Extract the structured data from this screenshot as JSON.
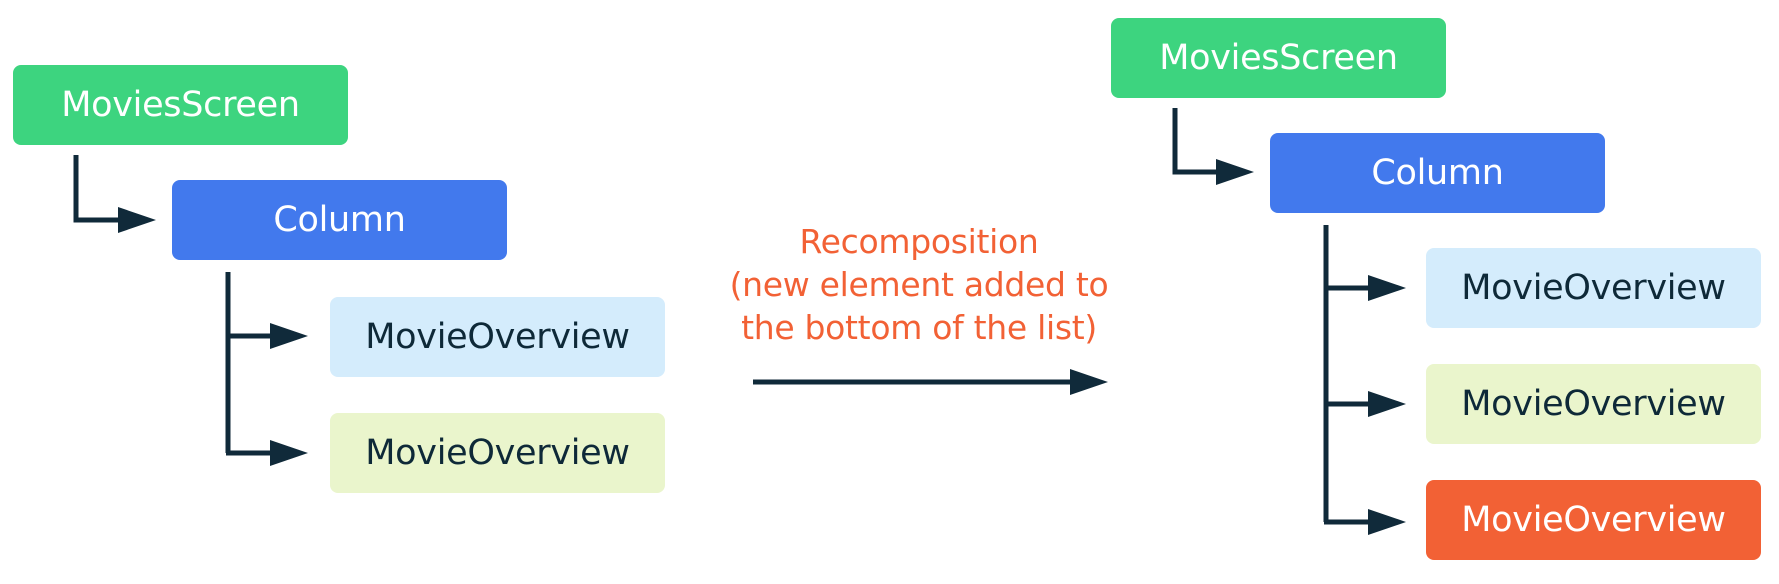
{
  "colors": {
    "screen": "#3dd47f",
    "column": "#4279ed",
    "overview_blue": "#d4ecfc",
    "overview_green": "#eaf5cc",
    "overview_new": "#f26135",
    "connector": "#102a3a",
    "caption": "#f26135",
    "text_light": "#ffffff",
    "text_dark": "#0e2938"
  },
  "before": {
    "screen": {
      "label": "MoviesScreen"
    },
    "column": {
      "label": "Column"
    },
    "children": [
      {
        "label": "MovieOverview",
        "fill": "overview_blue"
      },
      {
        "label": "MovieOverview",
        "fill": "overview_green"
      }
    ]
  },
  "transition": {
    "caption_lines": [
      "Recomposition",
      "(new element added to",
      "the bottom of the list)"
    ]
  },
  "after": {
    "screen": {
      "label": "MoviesScreen"
    },
    "column": {
      "label": "Column"
    },
    "children": [
      {
        "label": "MovieOverview",
        "fill": "overview_blue"
      },
      {
        "label": "MovieOverview",
        "fill": "overview_green"
      },
      {
        "label": "MovieOverview",
        "fill": "overview_new",
        "is_new": true
      }
    ]
  }
}
